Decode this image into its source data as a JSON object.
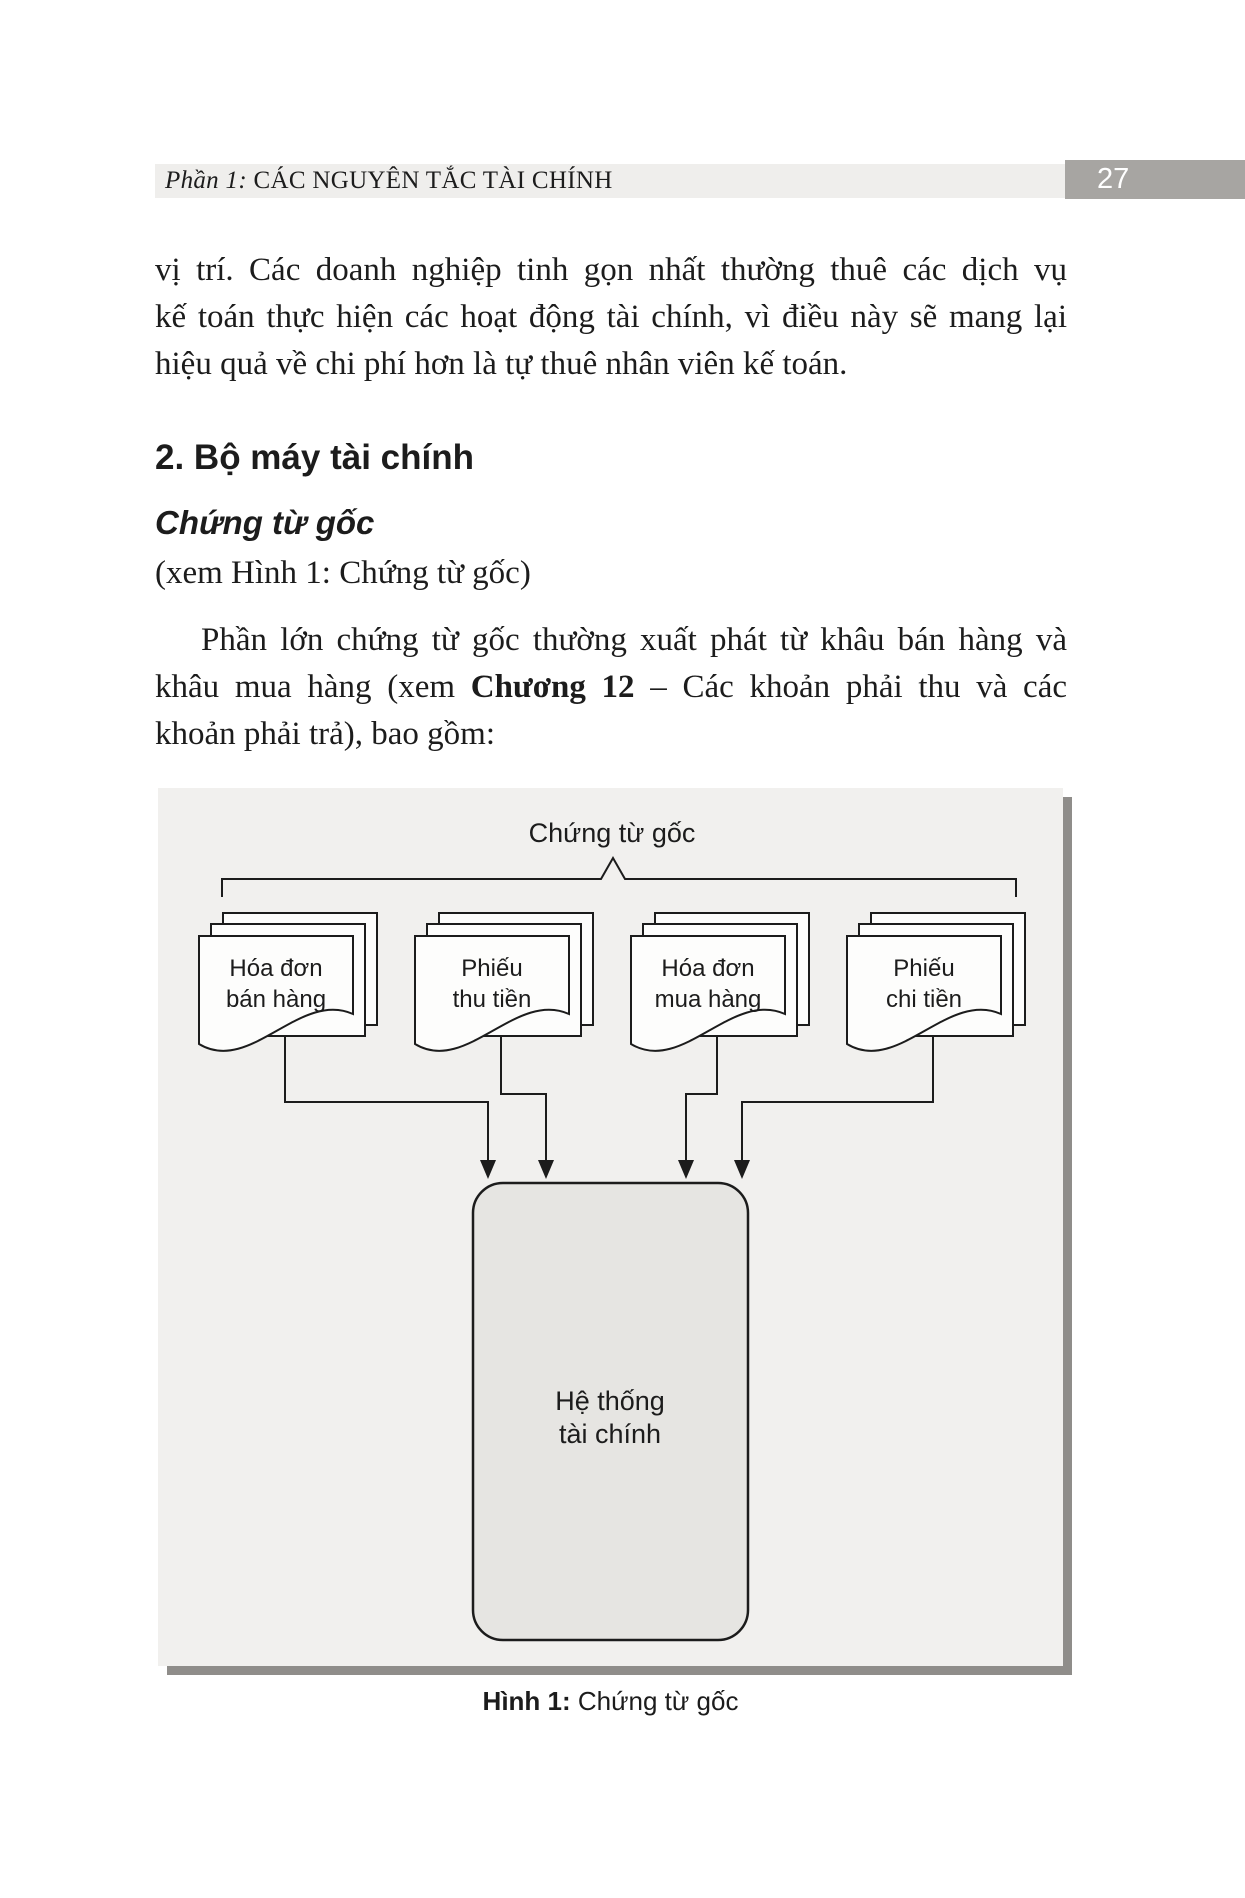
{
  "header": {
    "part_label": "Phần 1:",
    "part_title": " CÁC NGUYÊN TẮC TÀI CHÍNH",
    "page_number": "27"
  },
  "paragraph1": {
    "line1": "vị trí. Các doanh nghiệp tinh gọn nhất thường thuê các dịch vụ",
    "line2": "kế toán thực hiện các hoạt động tài chính, vì điều này sẽ mang lại",
    "line3": "hiệu quả về chi phí hơn là tự thuê nhân viên kế toán."
  },
  "section_heading": "2. Bộ máy tài chính",
  "subsection_heading": "Chứng từ gốc",
  "figure_reference": "(xem Hình 1: Chứng từ gốc)",
  "paragraph2": {
    "line1": "Phần lớn chứng từ gốc thường xuất phát từ khâu bán hàng và",
    "line2_before": "khâu mua hàng (xem ",
    "line2_bold": "Chương 12",
    "line2_after": " – Các khoản phải thu và các",
    "line3": "khoản phải trả), bao gồm:"
  },
  "figure": {
    "title": "Chứng từ gốc",
    "documents": [
      [
        "Hóa đơn",
        "bán hàng"
      ],
      [
        "Phiếu",
        "thu tiền"
      ],
      [
        "Hóa đơn",
        "mua hàng"
      ],
      [
        "Phiếu",
        "chi tiền"
      ]
    ],
    "system_box_line1": "Hệ thống",
    "system_box_line2": "tài chính",
    "caption_label": "Hình 1:",
    "caption_text": " Chứng từ gốc"
  },
  "colors": {
    "header_band": "#efeeec",
    "page_number_box": "#a7a5a2",
    "figure_panel": "#f1f0ee",
    "panel_shadow": "#8f8d8a",
    "system_box_fill": "#e6e5e2",
    "document_fill": "#fdfdfc",
    "line_color": "#1c1c1c"
  }
}
